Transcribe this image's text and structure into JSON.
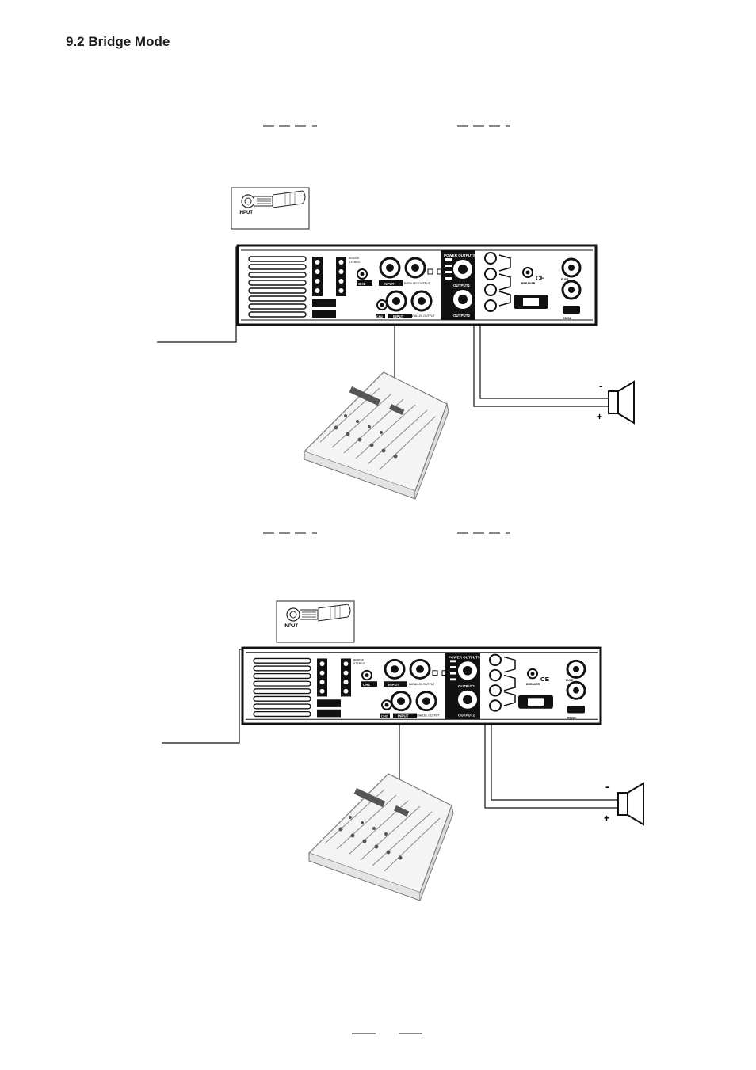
{
  "section": {
    "title": "9.2 Bridge Mode"
  },
  "inset": {
    "input_label": "INPUT"
  },
  "amplifier": {
    "power_outputs_label": "POWER OUTPUTS",
    "output1_label": "OUTPUT1",
    "output2_label": "OUTPUT2",
    "input_label": "INPUT",
    "parallel_output_label": "PARALLEL OUTPUT",
    "ch1_label": "CH1",
    "ch2_label": "CH2",
    "ce_mark": "CE",
    "breaker_label": "BREAKER",
    "fuse_label": "FUSE",
    "rs232_label": "RS232",
    "bridge_label": "BRIDGE",
    "stereo_label": "STEREO"
  },
  "speaker": {
    "minus": "-",
    "plus": "+"
  }
}
